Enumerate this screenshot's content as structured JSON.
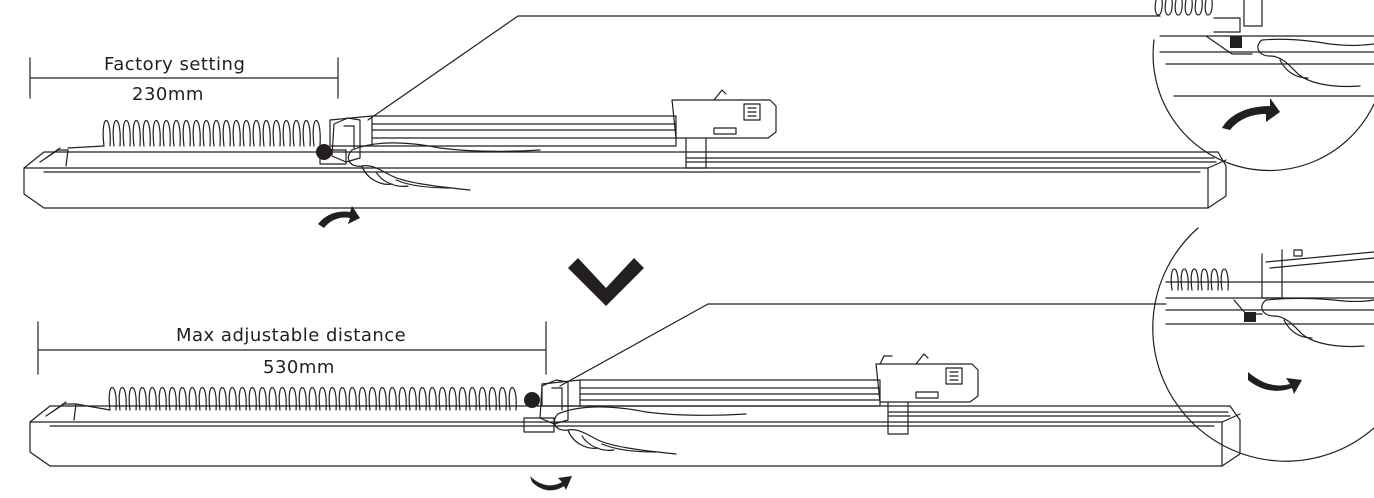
{
  "top_panel": {
    "dimension_title": "Factory setting",
    "dimension_value": "230mm"
  },
  "bottom_panel": {
    "dimension_title": "Max adjustable distance",
    "dimension_value": "530mm"
  },
  "icons": {
    "transition": "chevron-down-icon",
    "rotate_top": "rotate-counterclockwise-arrow-icon",
    "rotate_bottom": "rotate-clockwise-arrow-icon"
  },
  "colors": {
    "line": "#231f20",
    "background": "#ffffff"
  }
}
